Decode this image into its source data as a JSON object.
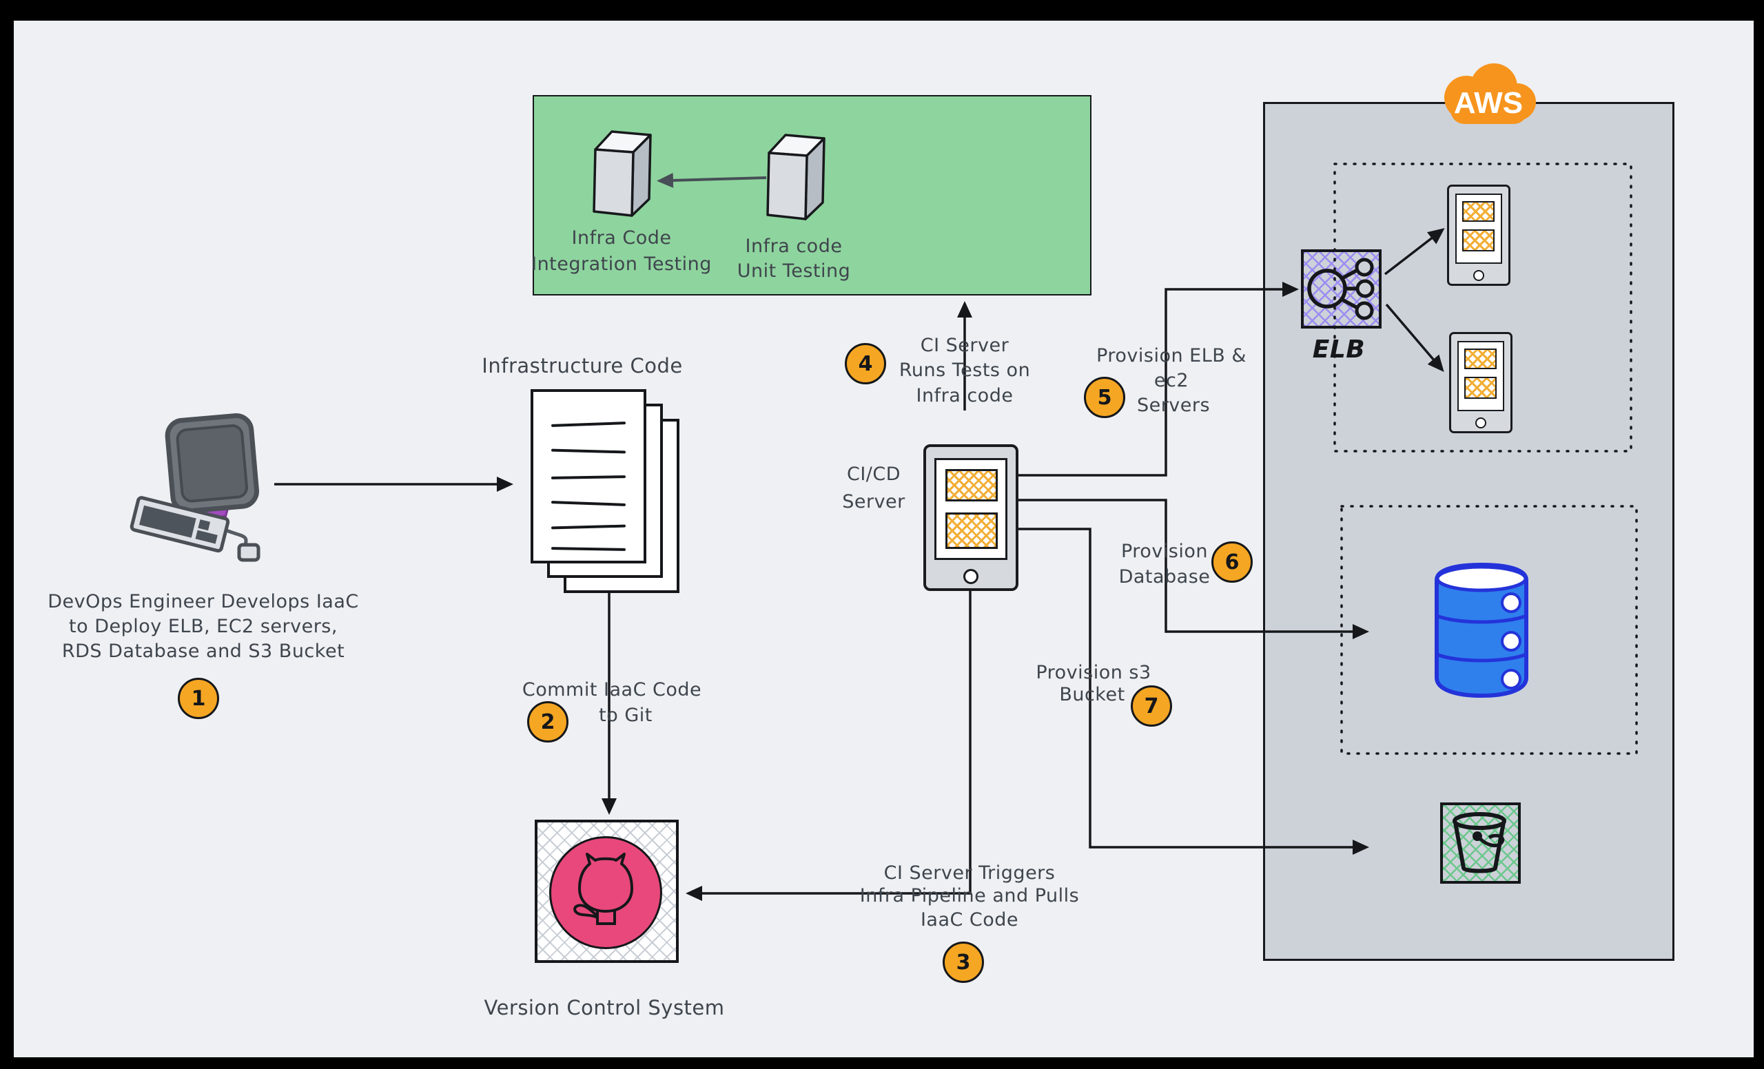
{
  "badges": {
    "step1": "1",
    "step2": "2",
    "step3": "3",
    "step4": "4",
    "step5": "5",
    "step6": "6",
    "step7": "7"
  },
  "testing_box": {
    "integration_line1": "Infra Code",
    "integration_line2": "Integration Testing",
    "unit_line1": "Infra code",
    "unit_line2": "Unit Testing"
  },
  "actor": {
    "line1": "DevOps Engineer Develops IaaC",
    "line2": "to Deploy ELB, EC2 servers,",
    "line3": "RDS Database and S3 Bucket"
  },
  "infra_code_label": "Infrastructure Code",
  "commit": {
    "line1": "Commit IaaC Code",
    "line2": "to Git"
  },
  "vcs_label": "Version Control System",
  "cicd": {
    "line1": "CI/CD",
    "line2": "Server"
  },
  "run_tests": {
    "line1": "CI Server",
    "line2": "Runs Tests on",
    "line3": "Infra code"
  },
  "provision_elb": {
    "line1": "Provision ELB &",
    "line2": "ec2",
    "line3": "Servers"
  },
  "provision_db": {
    "line1": "Provision",
    "line2": "Database"
  },
  "provision_s3": {
    "line1": "Provision s3",
    "line2": "Bucket"
  },
  "trigger": {
    "line1": "CI Server Triggers",
    "line2": "Infra Pipeline and Pulls",
    "line3": "IaaC Code"
  },
  "aws": {
    "label": "AWS",
    "elb_label": "ELB"
  },
  "colors": {
    "canvas": "#eef0f3",
    "frame": "#000000",
    "testing_zone_green": "#8ed49e",
    "aws_panel_gray": "#cdd2d9",
    "badge_orange": "#f5a623",
    "aws_logo_orange": "#f7941d",
    "github_pink": "#e8487b",
    "database_blue": "#2f80ed",
    "database_stroke_blue": "#2433d9",
    "hatch_orange": "#f2ae35",
    "hatch_purple": "#9b8cf2",
    "hatch_green": "#6cc78d",
    "ink": "#15171a",
    "text": "#3f454d"
  },
  "icons": [
    "workstation-icon",
    "document-stack-icon",
    "github-icon",
    "cube-icon",
    "cicd-server-icon",
    "ec2-instance-icon",
    "elb-icon",
    "rds-database-icon",
    "s3-bucket-icon",
    "aws-cloud-badge"
  ]
}
